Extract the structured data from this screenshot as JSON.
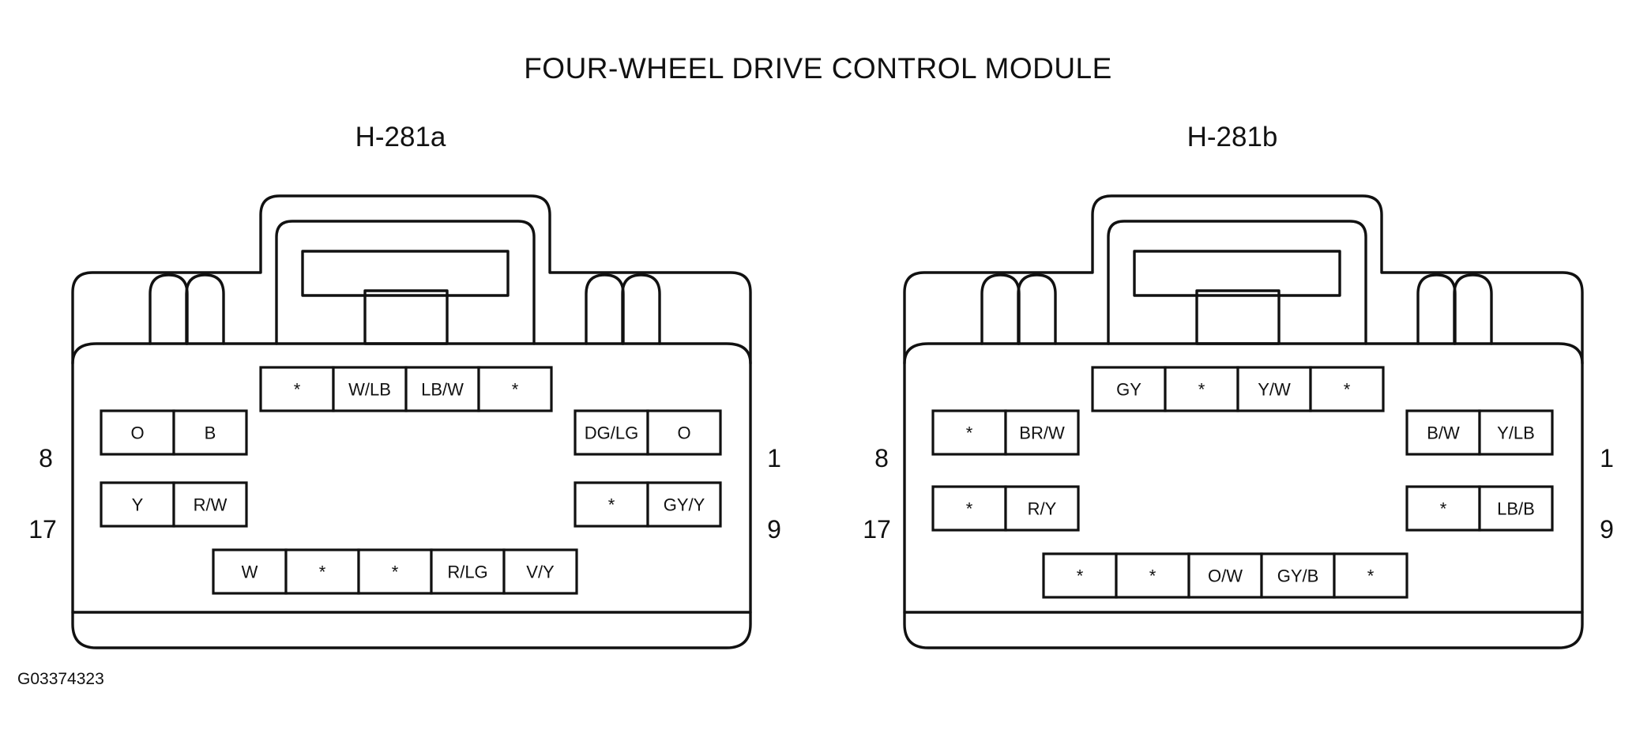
{
  "title": "FOUR-WHEEL DRIVE CONTROL MODULE",
  "figure_id": "G03374323",
  "connectors": [
    {
      "label": "H-281a",
      "pin_labels": {
        "top_left": "8",
        "bottom_left": "17",
        "top_right": "1",
        "bottom_right": "9"
      },
      "rows": {
        "top": [
          "*",
          "W/LB",
          "LB/W",
          "*"
        ],
        "upper_left": [
          "O",
          "B"
        ],
        "upper_right": [
          "DG/LG",
          "O"
        ],
        "lower_left": [
          "Y",
          "R/W"
        ],
        "lower_right": [
          "*",
          "GY/Y"
        ],
        "bottom": [
          "W",
          "*",
          "*",
          "R/LG",
          "V/Y"
        ]
      }
    },
    {
      "label": "H-281b",
      "pin_labels": {
        "top_left": "8",
        "bottom_left": "17",
        "top_right": "1",
        "bottom_right": "9"
      },
      "rows": {
        "top": [
          "GY",
          "*",
          "Y/W",
          "*"
        ],
        "upper_left": [
          "*",
          "BR/W"
        ],
        "upper_right": [
          "B/W",
          "Y/LB"
        ],
        "lower_left": [
          "*",
          "R/Y"
        ],
        "lower_right": [
          "*",
          "LB/B"
        ],
        "bottom": [
          "*",
          "*",
          "O/W",
          "GY/B",
          "*"
        ]
      }
    }
  ]
}
